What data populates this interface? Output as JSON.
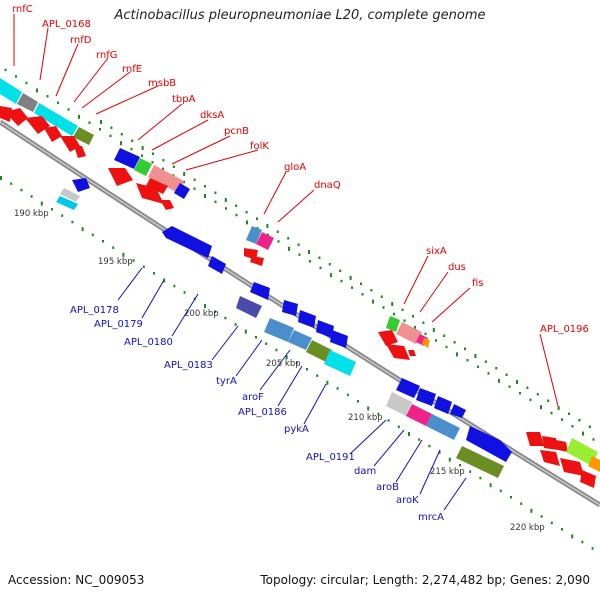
{
  "title": "Actinobacillus pleuropneumoniae L20, complete genome",
  "footer": {
    "accession": "Accession: NC_009053",
    "summary": "Topology: circular; Length: 2,274,482 bp; Genes: 2,090"
  },
  "colors": {
    "backbone": "#888888",
    "forward_cds": "#1010e0",
    "reverse_cds": "#ee1111",
    "ticks": "#1a8a1a",
    "label_forward": "#e00000",
    "label_reverse": "#1010c0"
  },
  "genome_map": {
    "length_bp": 2274482,
    "view_range_kbp": [
      186,
      222
    ],
    "scale_labels": [
      "190 kbp",
      "195 kbp",
      "200 kbp",
      "205 kbp",
      "210 kbp",
      "215 kbp",
      "220 kbp"
    ],
    "labels_top": [
      "rnfC",
      "APL_0168",
      "rnfD",
      "rnfG",
      "rnfE",
      "msbB",
      "tbpA",
      "dksA",
      "pcnB",
      "folK",
      "gloA",
      "dnaQ",
      "sixA",
      "dus",
      "fis",
      "APL_0196"
    ],
    "labels_bottom": [
      "APL_0178",
      "APL_0179",
      "APL_0180",
      "APL_0183",
      "tyrA",
      "aroF",
      "APL_0186",
      "pykA",
      "APL_0191",
      "dam",
      "aroB",
      "aroK",
      "mrcA"
    ]
  }
}
